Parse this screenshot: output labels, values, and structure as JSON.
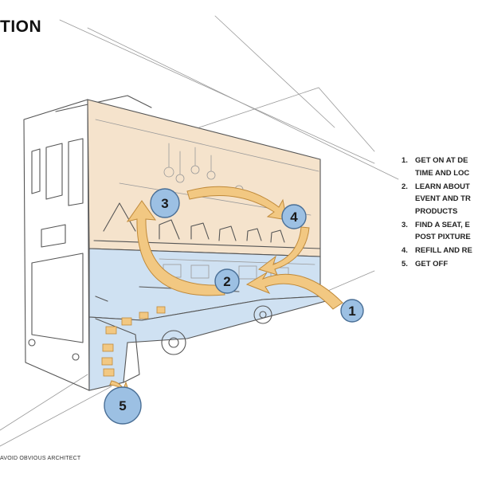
{
  "title": "TION",
  "steps": [
    {
      "num": "1.",
      "text": "GET ON AT DE\nTIME AND LOC"
    },
    {
      "num": "2.",
      "text": "LEARN ABOUT\nEVENT AND TR\nPRODUCTS"
    },
    {
      "num": "3.",
      "text": "FIND A SEAT, E\nPOST PIXTURE"
    },
    {
      "num": "4.",
      "text": "REFILL AND RE"
    },
    {
      "num": "5.",
      "text": "GET OFF"
    }
  ],
  "markers": [
    "1",
    "2",
    "3",
    "4",
    "5"
  ],
  "footer_note": "AVOID OBVIOUS ARCHITECT",
  "colors": {
    "upper_deck_fill": "#f5e3cc",
    "lower_deck_fill": "#cfe1f2",
    "arrow_fill": "#f2c882",
    "marker_fill": "#9cc0e3"
  }
}
